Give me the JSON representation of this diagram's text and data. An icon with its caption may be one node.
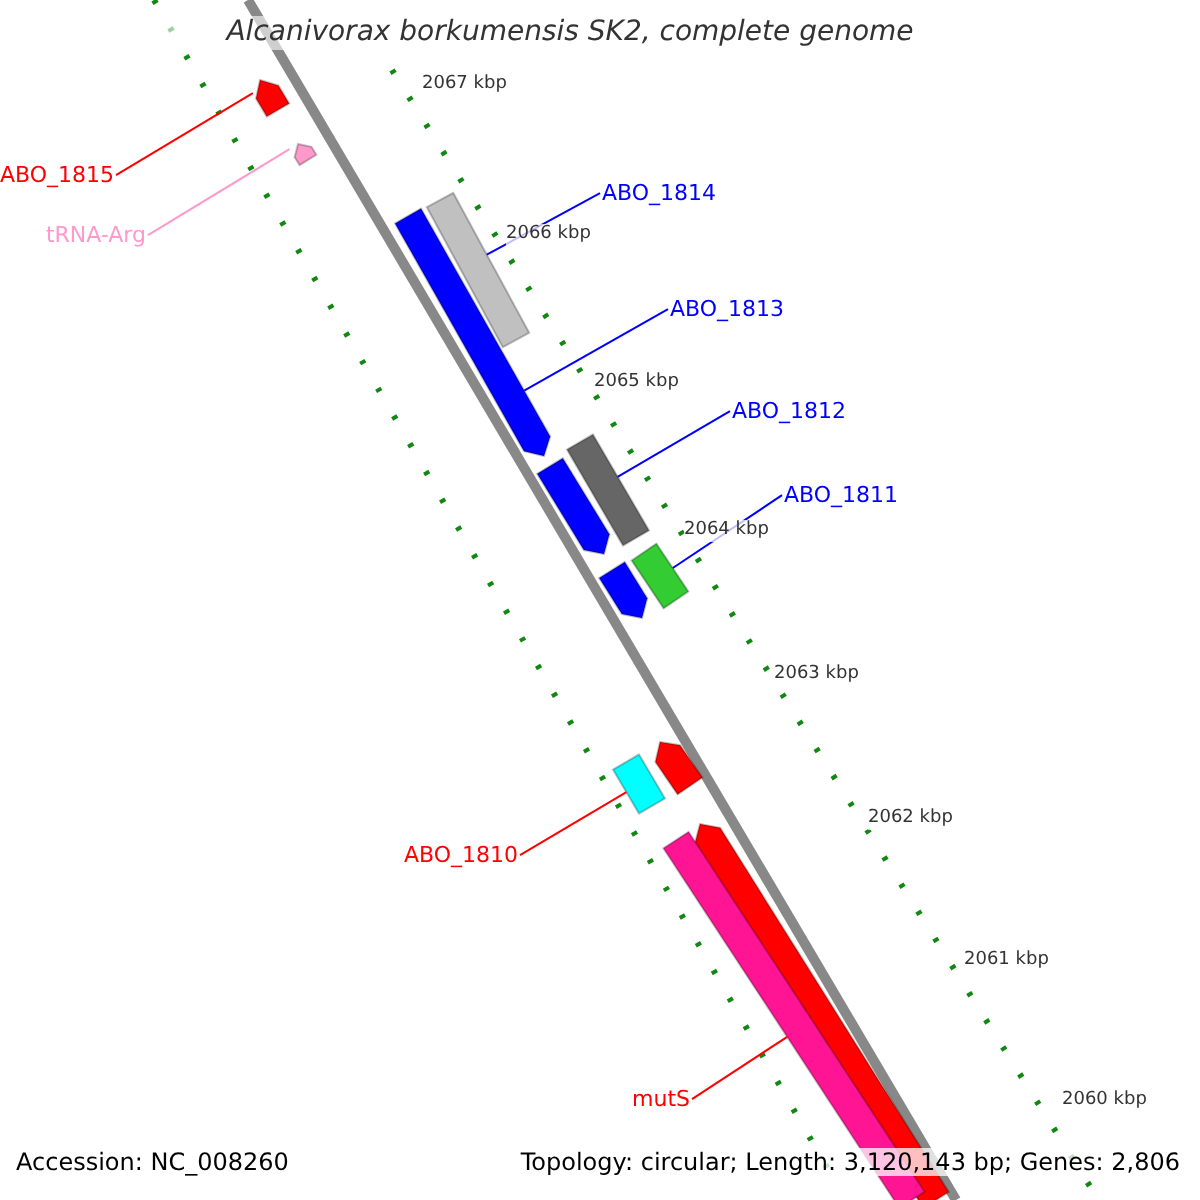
{
  "diagram": {
    "title": "Alcanivorax borkumensis SK2, complete genome",
    "nodes": [
      {
        "text": [
          "ABO_1815"
        ]
      },
      {
        "text": [
          "tRNA-Arg"
        ]
      },
      {
        "text": [
          "ABO_1814"
        ]
      },
      {
        "text": [
          "ABO_1813"
        ]
      },
      {
        "text": [
          "ABO_1812"
        ]
      },
      {
        "text": [
          "ABO_1811"
        ]
      },
      {
        "text": [
          "ABO_1810"
        ]
      },
      {
        "text": [
          "mutS"
        ]
      },
      {
        "text": [],
        "shape": "bar"
      },
      {
        "text": [],
        "shape": "bar"
      },
      {
        "text": [],
        "shape": "bar"
      },
      {
        "text": [],
        "shape": "bar"
      },
      {
        "text": [],
        "shape": "bar"
      },
      {
        "text": [],
        "shape": "bar"
      },
      {
        "text": [],
        "shape": "bar"
      },
      {
        "text": [],
        "shape": "bar"
      },
      {
        "text": [],
        "shape": "bar"
      },
      {
        "text": [],
        "shape": "bar"
      },
      {
        "text": [],
        "shape": "bar"
      },
      {
        "text": [],
        "shape": "bar"
      }
    ],
    "edges": [
      {
        "from": 0,
        "to": 8,
        "arrow": "none",
        "color": "#ff0000"
      },
      {
        "from": 1,
        "to": 9,
        "arrow": "none",
        "color": "#ff99cc"
      },
      {
        "from": 2,
        "to": 10,
        "arrow": "none"
      },
      {
        "from": 3,
        "to": 11,
        "arrow": "none"
      },
      {
        "from": 4,
        "to": 12,
        "arrow": "none"
      },
      {
        "from": 5,
        "to": 14,
        "arrow": "none"
      },
      {
        "from": 6,
        "to": 17,
        "arrow": "none",
        "color": "#ff0000"
      },
      {
        "from": 7,
        "to": 19,
        "arrow": "none",
        "color": "#ff0000"
      }
    ],
    "labels": [
      "2067 kbp",
      "2066 kbp",
      "2065 kbp",
      "2064 kbp",
      "2063 kbp",
      "2062 kbp",
      "2061 kbp",
      "2060 kbp",
      "Accession: NC_008260",
      "Topology: circular; Length: 3,120,143 bp; Genes: 2,806"
    ]
  }
}
